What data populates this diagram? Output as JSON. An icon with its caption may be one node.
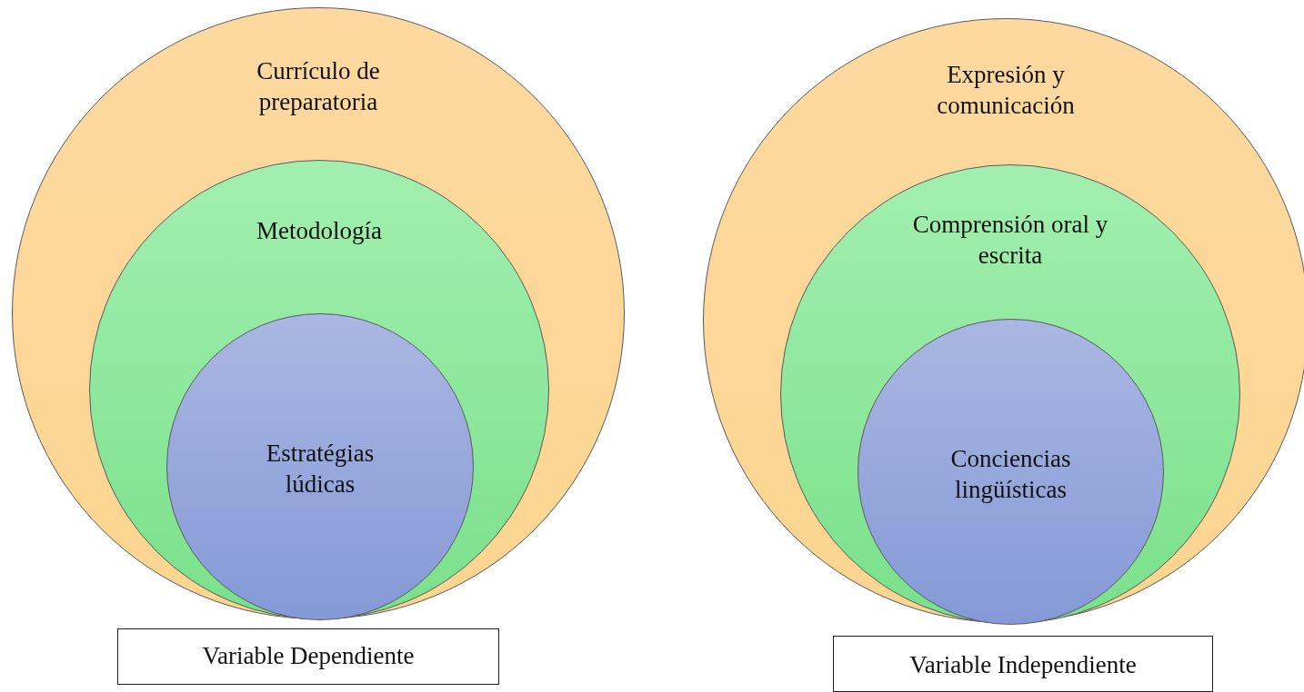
{
  "diagram": {
    "nodes": [
      {
        "text": [
          "Currículo de preparatoria"
        ]
      },
      {
        "text": [
          "Metodología"
        ],
        "in": 0
      },
      {
        "text": [
          "Estratégias lúdicas"
        ],
        "in": 1
      },
      {
        "text": [
          "Variable Dependiente"
        ]
      },
      {
        "text": [
          "Expresión y comunicación"
        ]
      },
      {
        "text": [
          "Comprensión oral y escrita"
        ],
        "in": 4
      },
      {
        "text": [
          "Conciencias lingüísticas"
        ],
        "in": 5
      },
      {
        "text": [
          "Variable Independiente"
        ]
      }
    ]
  }
}
